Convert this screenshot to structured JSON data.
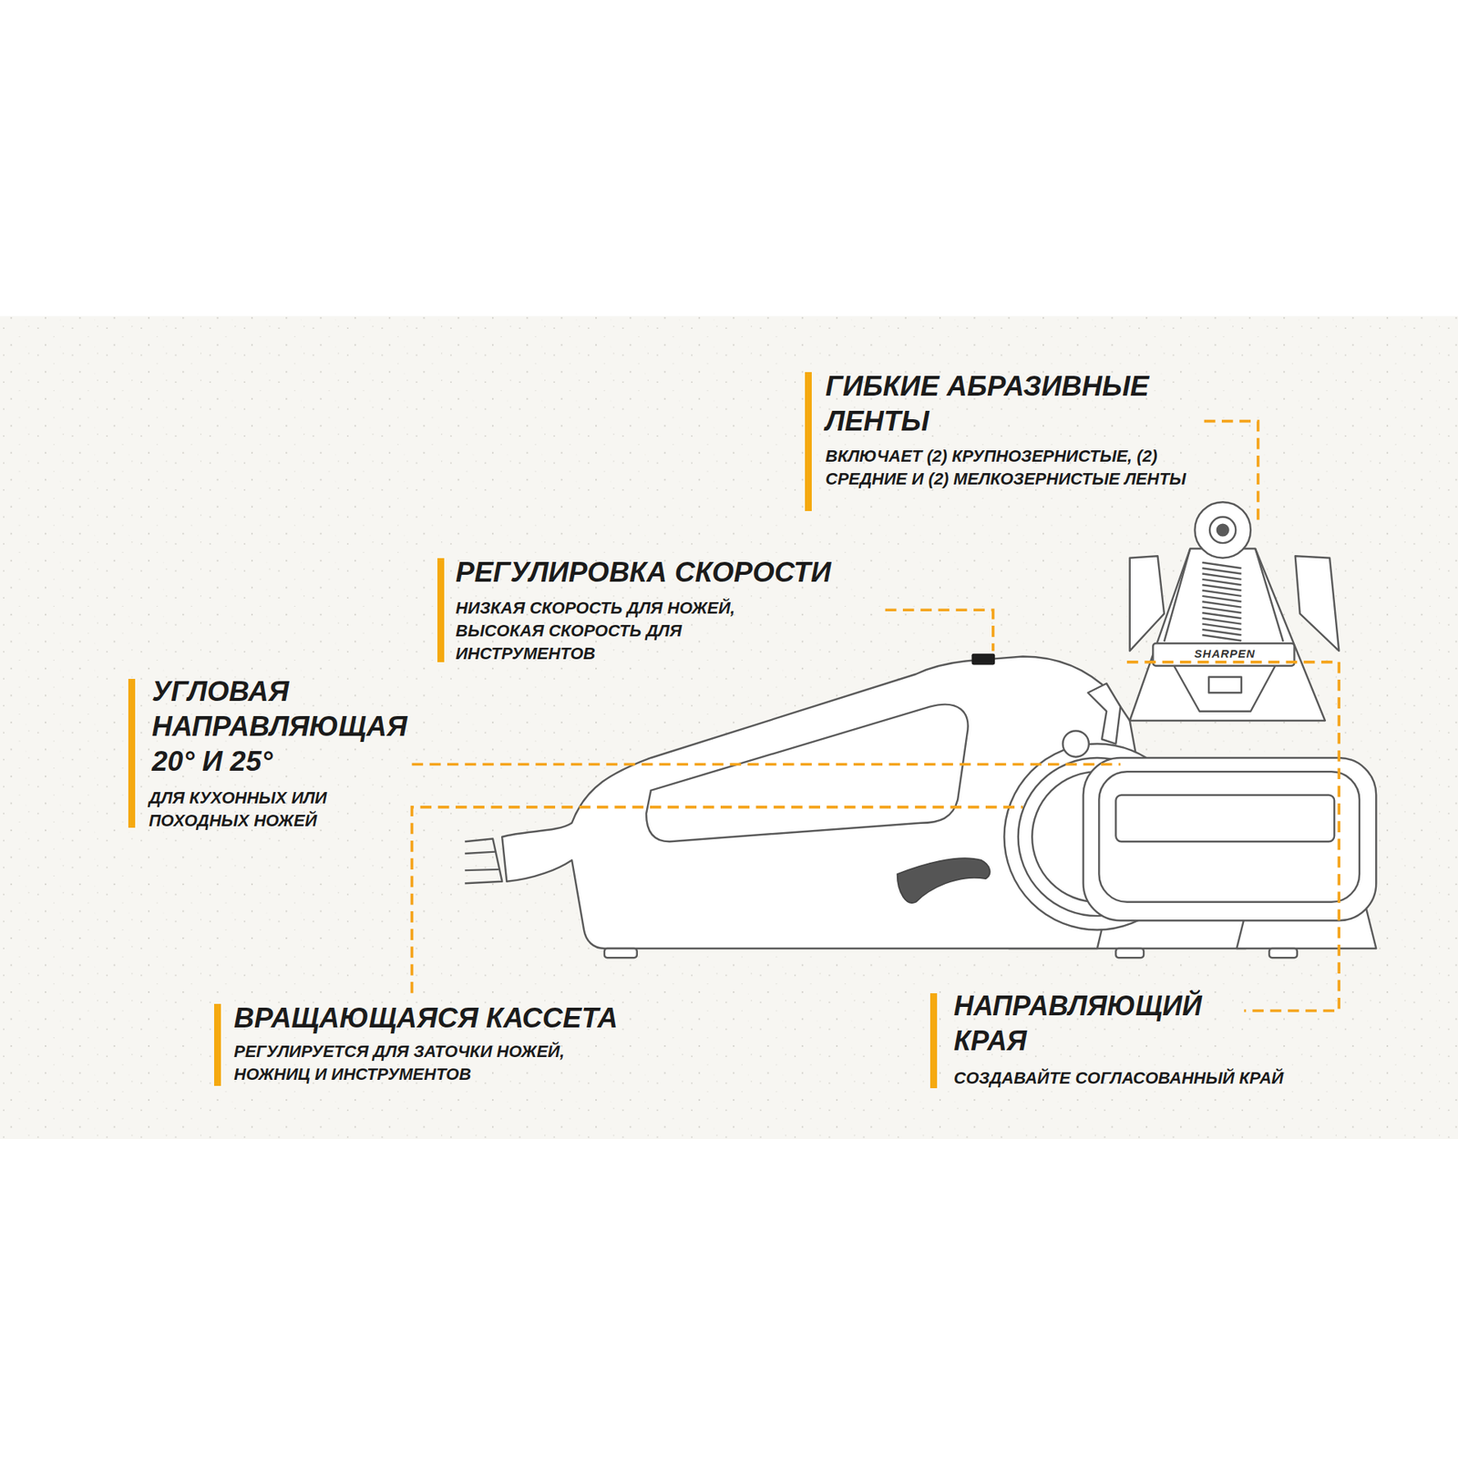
{
  "diagram": {
    "labels": [
      "ГИБКИЕ АБРАЗИВНЫЕ ЛЕНТЫ",
      "ВКЛЮЧАЕТ (2) КРУПНОЗЕРНИСТЫЕ, (2) СРЕДНИЕ И (2) МЕЛКОЗЕРНИСТЫЕ ЛЕНТЫ",
      "SHARPEN",
      "РЕГУЛИРОВКА СКОРОСТИ",
      "НИЗКАЯ СКОРОСТЬ ДЛЯ НОЖЕЙ, ВЫСОКАЯ СКОРОСТЬ ДЛЯ ИНСТРУМЕНТОВ",
      "УГЛОВАЯ НАПРАВЛЯЮЩАЯ 20° И 25°",
      "ДЛЯ КУХОННЫХ ИЛИ ПОХОДНЫХ НОЖЕЙ",
      "ВРАЩАЮЩАЯСЯ КАССЕТА",
      "РЕГУЛИРУЕТСЯ ДЛЯ ЗАТОЧКИ НОЖЕЙ, НОЖНИЦ И ИНСТРУМЕНТОВ",
      "НАПРАВЛЯЮЩИЙ КРАЯ",
      "СОЗДАВАЙТЕ СОГЛАСОВАННЫЙ КРАЙ"
    ]
  }
}
